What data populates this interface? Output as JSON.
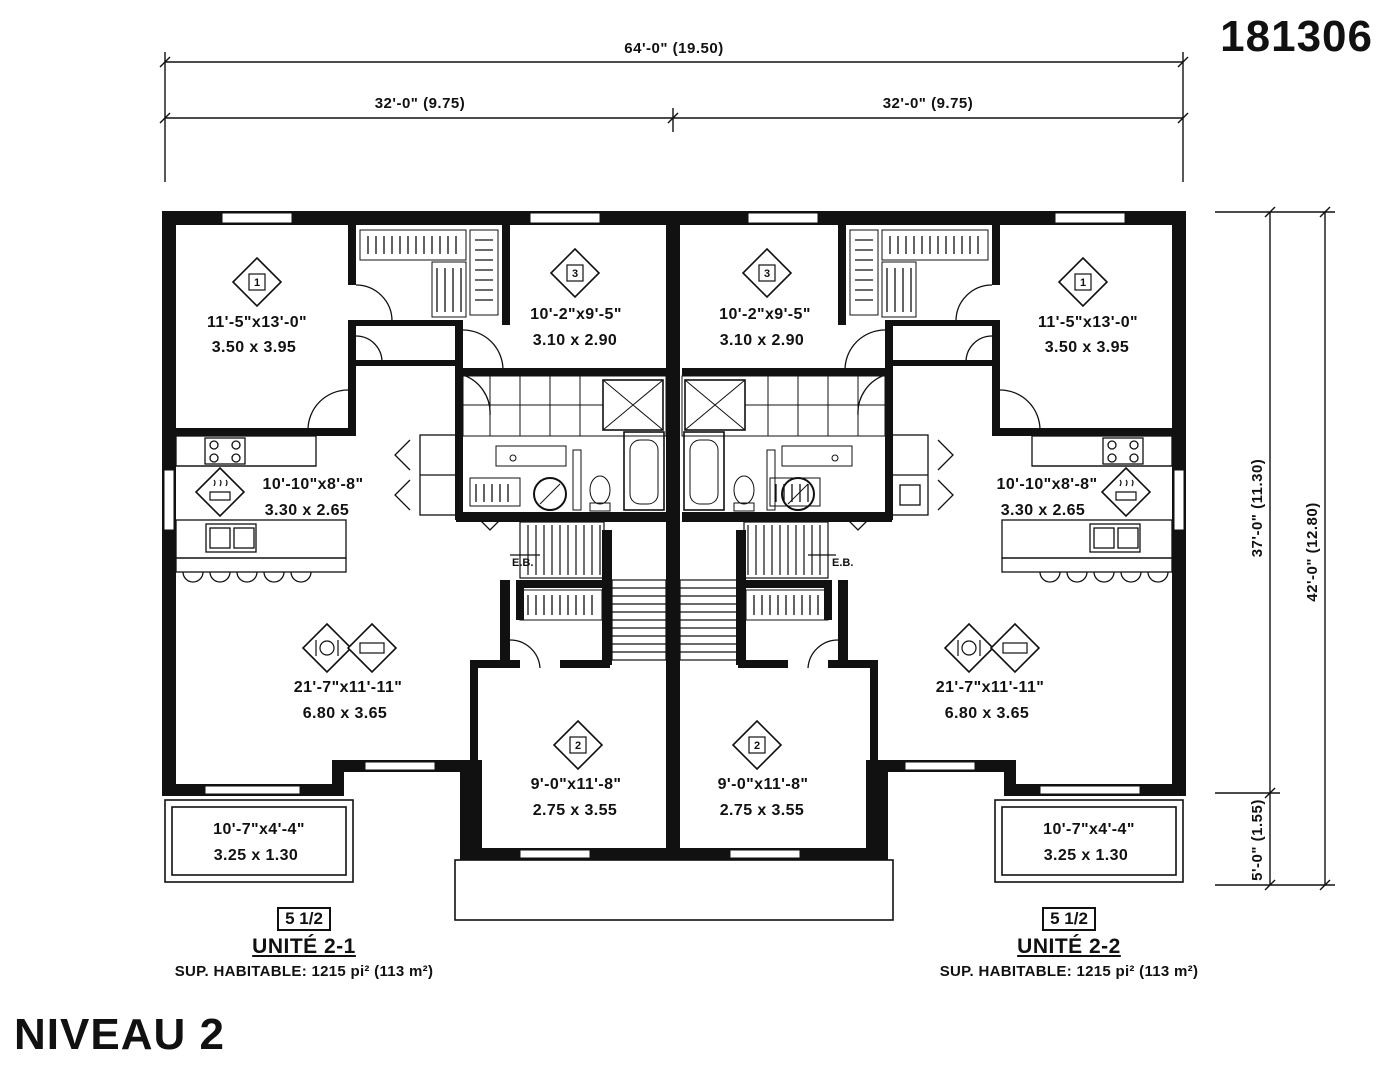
{
  "plan_number": "181306",
  "level_title": "NIVEAU 2",
  "dimensions": {
    "overall_width": "64'-0\" (19.50)",
    "half_left": "32'-0\" (9.75)",
    "half_right": "32'-0\" (9.75)",
    "depth_main": "37'-0\" (11.30)",
    "depth_total": "42'-0\" (12.80)",
    "depth_balcony": "5'-0\" (1.55)"
  },
  "rooms": {
    "left_bedroom1": {
      "imperial": "11'-5\"x13'-0\"",
      "metric": "3.50 x 3.95",
      "number": "1"
    },
    "left_bedroom3": {
      "imperial": "10'-2\"x9'-5\"",
      "metric": "3.10 x 2.90",
      "number": "3"
    },
    "left_kitchen": {
      "imperial": "10'-10\"x8'-8\"",
      "metric": "3.30 x 2.65"
    },
    "left_living": {
      "imperial": "21'-7\"x11'-11\"",
      "metric": "6.80 x 3.65"
    },
    "left_bedroom2": {
      "imperial": "9'-0\"x11'-8\"",
      "metric": "2.75 x 3.55",
      "number": "2"
    },
    "left_balcony": {
      "imperial": "10'-7\"x4'-4\"",
      "metric": "3.25 x 1.30"
    },
    "right_bedroom1": {
      "imperial": "11'-5\"x13'-0\"",
      "metric": "3.50 x 3.95",
      "number": "1"
    },
    "right_bedroom3": {
      "imperial": "10'-2\"x9'-5\"",
      "metric": "3.10 x 2.90",
      "number": "3"
    },
    "right_kitchen": {
      "imperial": "10'-10\"x8'-8\"",
      "metric": "3.30 x 2.65"
    },
    "right_living": {
      "imperial": "21'-7\"x11'-11\"",
      "metric": "6.80 x 3.65"
    },
    "right_bedroom2": {
      "imperial": "9'-0\"x11'-8\"",
      "metric": "2.75 x 3.55",
      "number": "2"
    },
    "right_balcony": {
      "imperial": "10'-7\"x4'-4\"",
      "metric": "3.25 x 1.30"
    }
  },
  "labels": {
    "eb": "E.B."
  },
  "units": [
    {
      "type": "5 1/2",
      "name": "UNITÉ 2-1",
      "area": "SUP. HABITABLE: 1215 pi²  (113 m²)"
    },
    {
      "type": "5 1/2",
      "name": "UNITÉ 2-2",
      "area": "SUP. HABITABLE: 1215 pi²  (113 m²)"
    }
  ]
}
